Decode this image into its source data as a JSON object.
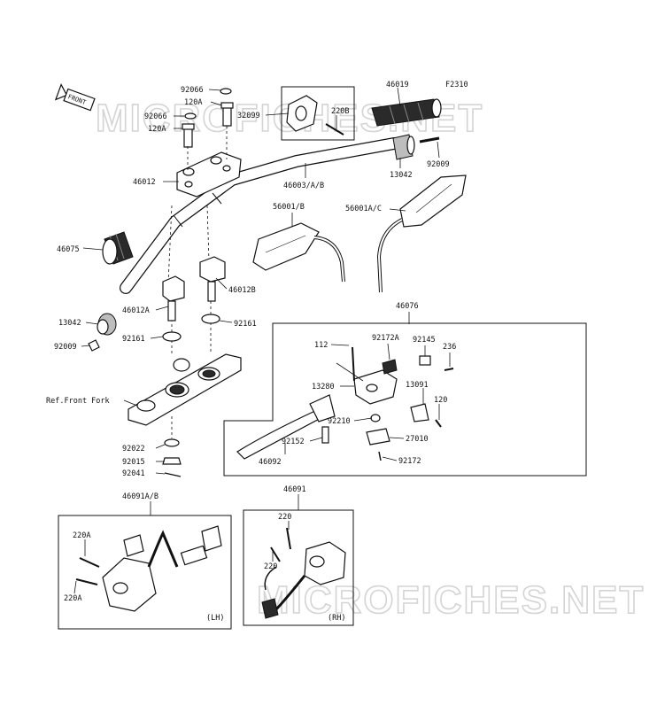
{
  "code": "F2310",
  "front_label": "FRONT",
  "watermark": "MICROFICHES.NET",
  "ref_label": "Ref.Front Fork",
  "lh_label": "(LH)",
  "rh_label": "(RH)",
  "parts": {
    "p92066a": "92066",
    "p120Aa": "120A",
    "p92066b": "92066",
    "p120Ab": "120A",
    "p32099": "32099",
    "p220B": "220B",
    "p46019": "46019",
    "p46012": "46012",
    "p46003": "46003/A/B",
    "p13042a": "13042",
    "p92009a": "92009",
    "p56001B": "56001/B",
    "p56001AC": "56001A/C",
    "p46075": "46075",
    "p46012B": "46012B",
    "p46012A": "46012A",
    "p13042b": "13042",
    "p92161a": "92161",
    "p92161b": "92161",
    "p92009b": "92009",
    "p46076": "46076",
    "p112": "112",
    "p92172A": "92172A",
    "p92145": "92145",
    "p236": "236",
    "p13280": "13280",
    "p13091": "13091",
    "p120": "120",
    "p92210": "92210",
    "p27010": "27010",
    "p92152": "92152",
    "p92172": "92172",
    "p46092": "46092",
    "p92022": "92022",
    "p92015": "92015",
    "p92041": "92041",
    "p46091AB": "46091A/B",
    "p46091": "46091",
    "p220Aa": "220A",
    "p220Ab": "220A",
    "p220a": "220",
    "p220b": "220"
  }
}
